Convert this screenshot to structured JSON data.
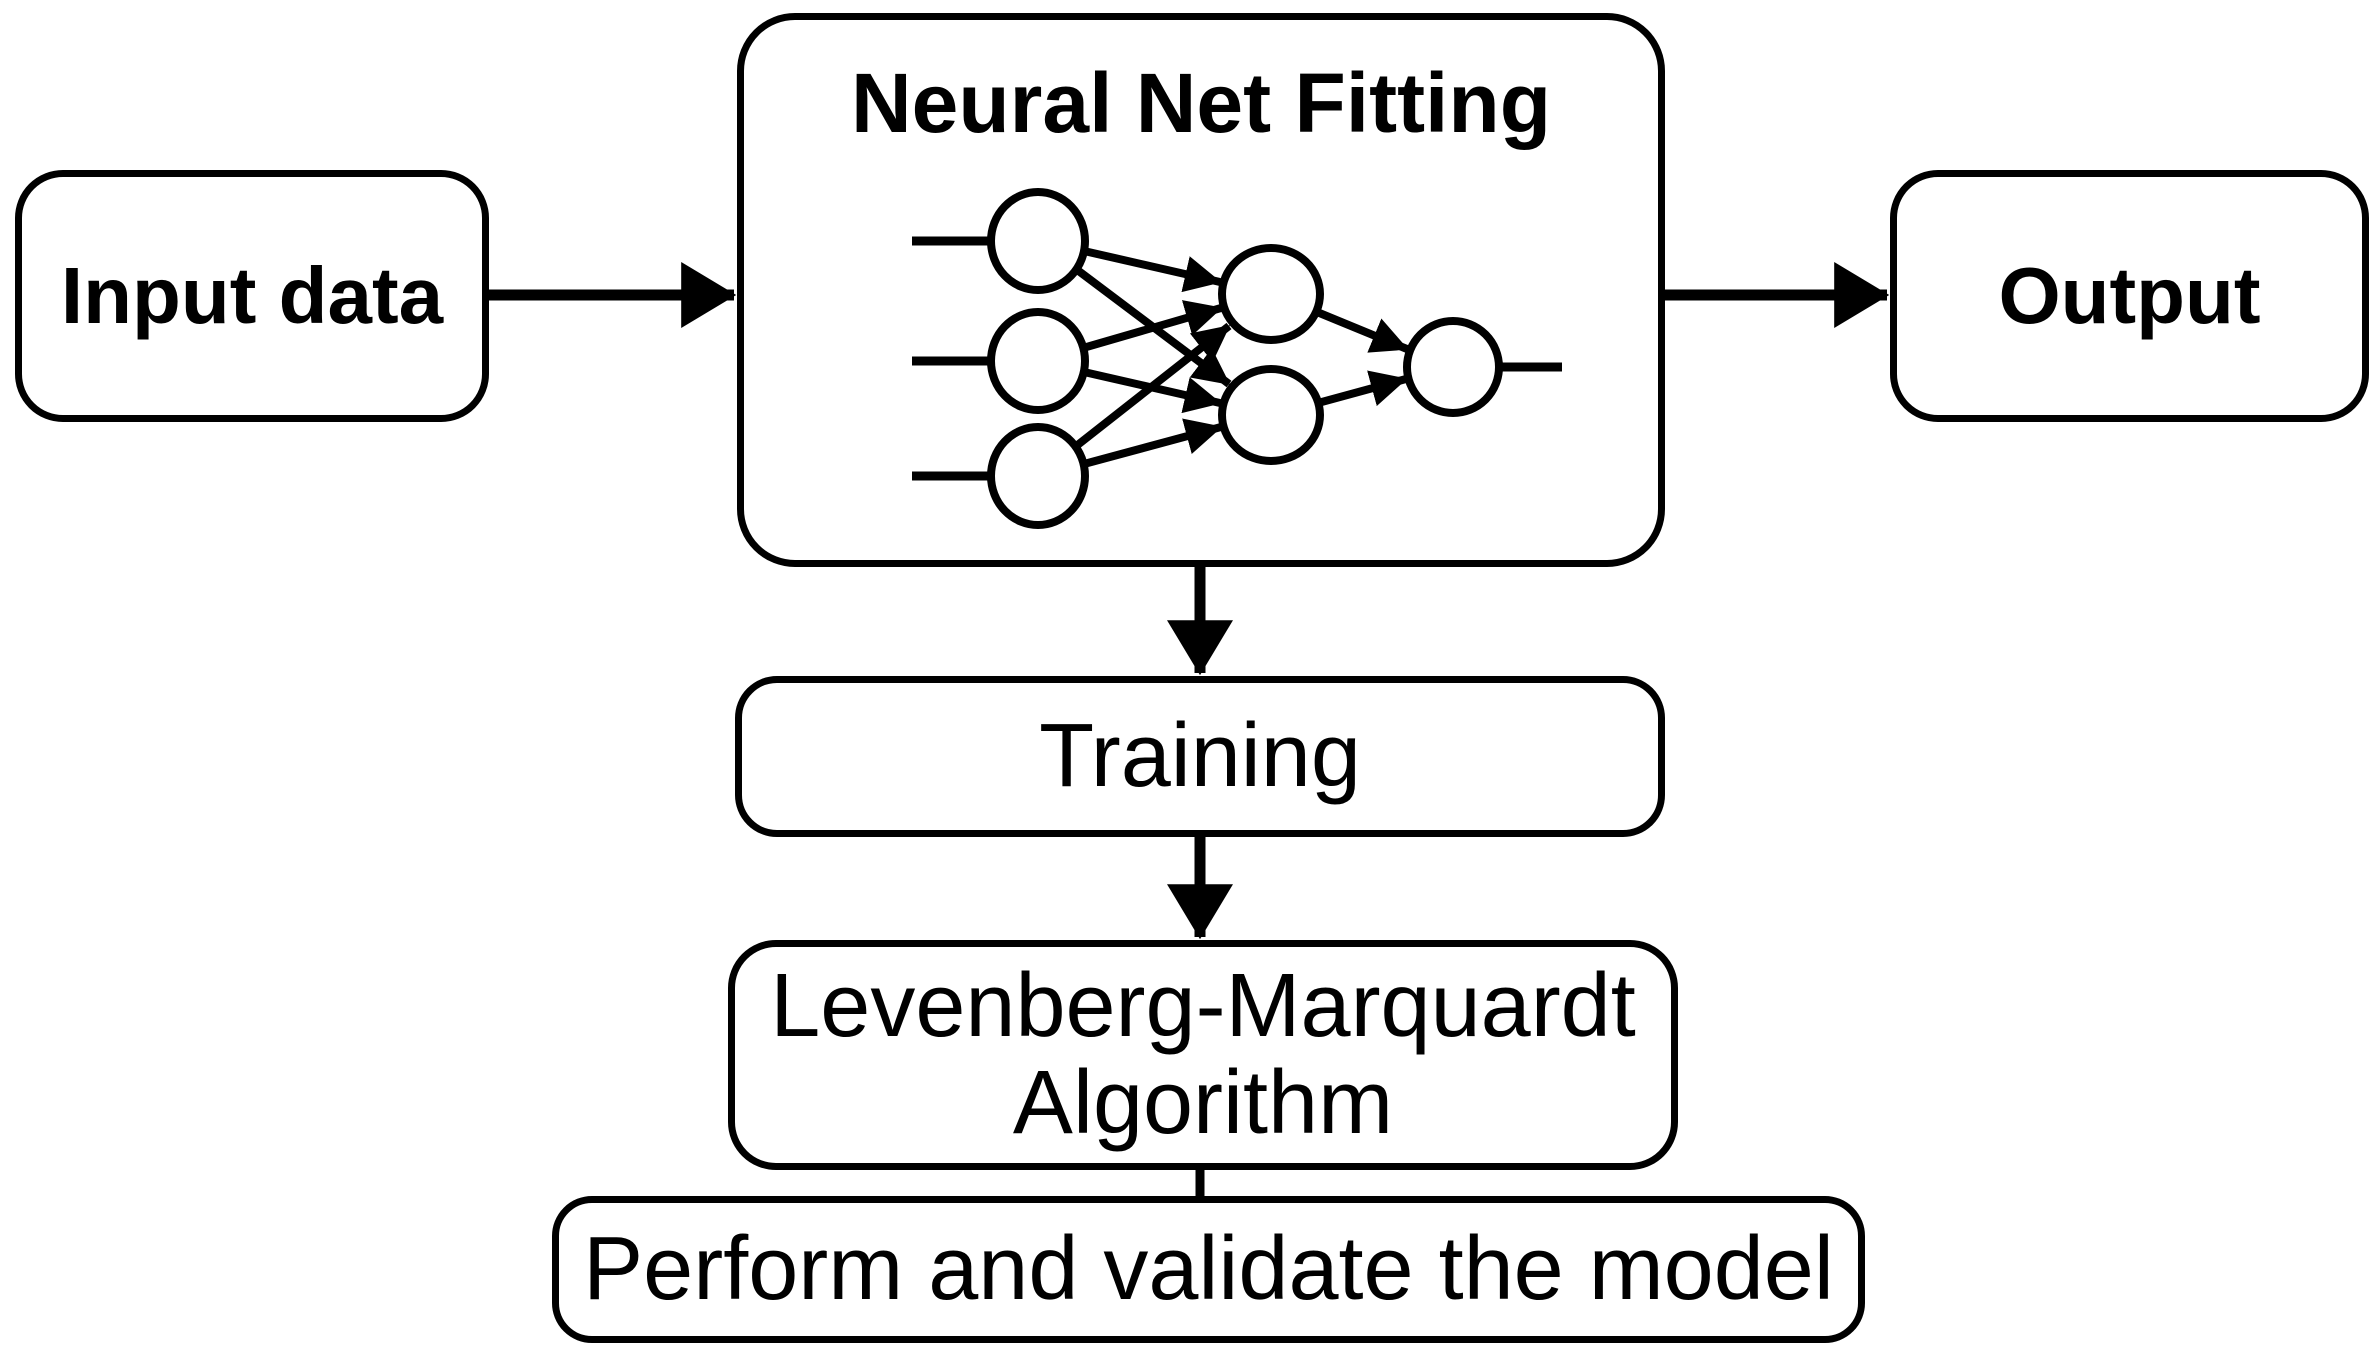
{
  "figure": {
    "type": "flowchart",
    "background_color": "#ffffff",
    "line_color": "#000000",
    "boxes": {
      "input": {
        "label": "Input data"
      },
      "fitting": {
        "title": "Neural Net Fitting"
      },
      "output": {
        "label": "Output"
      },
      "training": {
        "label": "Training"
      },
      "levenberg": {
        "label": "Levenberg-Marquardt Algorithm"
      },
      "perform": {
        "label": "Perform and validate the model"
      }
    },
    "network_sketch": {
      "input_nodes": 3,
      "hidden_nodes": 2,
      "output_nodes": 1
    },
    "flow": [
      "Input data -> Neural Net Fitting",
      "Neural Net Fitting -> Output",
      "Neural Net Fitting -> Training",
      "Training -> Levenberg-Marquardt Algorithm",
      "Levenberg-Marquardt Algorithm -> Perform and validate the model"
    ]
  }
}
